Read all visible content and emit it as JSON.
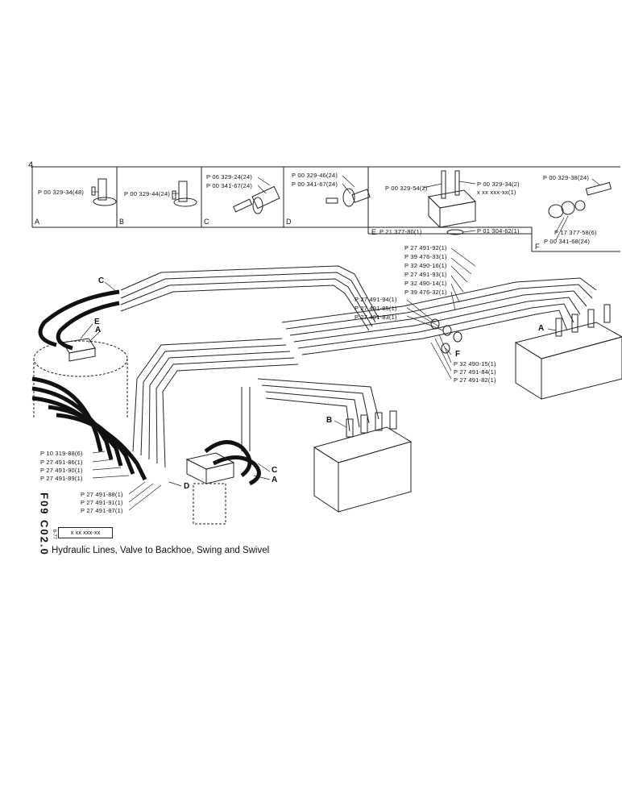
{
  "page": {
    "page_number": "4",
    "side_code": "F09  C02.0",
    "side_small": "6-77",
    "code_box": "x xx xxx-xx",
    "title": "Hydraulic Lines, Valve to Backhoe, Swing and Swivel"
  },
  "panels": [
    {
      "letter": "A",
      "labels": [
        "P 00 329-34(48)"
      ]
    },
    {
      "letter": "B",
      "labels": [
        "P 00 329-44(24)"
      ]
    },
    {
      "letter": "C",
      "labels": [
        "P 06 329-24(24)",
        "P 00 341-67(24)"
      ]
    },
    {
      "letter": "D",
      "labels": [
        "P 00 329-46(24)",
        "P 00 341-67(24)"
      ]
    },
    {
      "letter": "E",
      "labels": [
        "P 00 329-54(2)",
        "P 00 329-34(2)",
        "x xx xxx-xx(1)",
        "P 21 377-80(1)",
        "P 01 304-62(1)"
      ]
    },
    {
      "letter": "F",
      "labels": [
        "P 00 329-38(24)",
        "P 17 377-58(6)",
        "P 00 341-68(24)"
      ]
    }
  ],
  "callouts": {
    "right_stack": [
      "P 27 491-92(1)",
      "P 39 476-33(1)",
      "P 32 490-16(1)",
      "P 27 491-93(1)",
      "P 32 490-14(1)",
      "P 39 476-32(1)"
    ],
    "mid_stack": [
      "P 27 491-94(1)",
      "P 27 491-85(1)",
      "P 27 491-83(1)"
    ],
    "mid_right": [
      "P 32 490-15(1)",
      "P 27 491-84(1)",
      "P 27 491-82(1)"
    ],
    "left_upper": [
      "P 10 319-88(6)",
      "P 27 491-86(1)",
      "P 27 491-90(1)",
      "P 27 491-89(1)"
    ],
    "left_lower": [
      "P 27 491-88(1)",
      "P 27 491-91(1)",
      "P 27 491-87(1)"
    ]
  },
  "letters": {
    "c_top": "C",
    "e_top": "E",
    "a_top": "A",
    "a_right": "A",
    "b_mid": "B",
    "f_mid": "F",
    "c_low": "C",
    "a_low": "A",
    "d_low": "D"
  }
}
